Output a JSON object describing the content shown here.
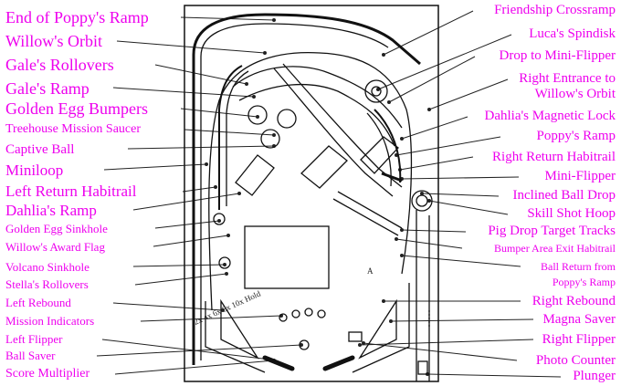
{
  "colors": {
    "label": "#ee00ee",
    "line": "#111111",
    "pointer": "#222222"
  },
  "labels_left": [
    "End of Poppy's Ramp",
    "Willow's Orbit",
    "Gale's Rollovers",
    "Gale's Ramp",
    "Golden Egg Bumpers",
    "Treehouse Mission Saucer",
    "Captive Ball",
    "Miniloop",
    "Left Return Habitrail",
    "Dahlia's Ramp",
    "Golden Egg Sinkhole",
    "Willow's Award Flag",
    "Volcano Sinkhole",
    "Stella's Rollovers",
    "Left Rebound",
    "Mission Indicators",
    "Left Flipper",
    "Ball Saver",
    "Score Multiplier"
  ],
  "labels_right": [
    "Friendship Crossramp",
    "Luca's Spindisk",
    "Drop to Mini-Flipper",
    "Right Entrance to",
    "Willow's Orbit",
    "Dahlia's Magnetic Lock",
    "Poppy's Ramp",
    "Right Return Habitrail",
    "Mini-Flipper",
    "Inclined Ball Drop",
    "Skill Shot Hoop",
    "Pig Drop Target Tracks",
    "Bumper Area Exit Habitrail",
    "Ball Return from",
    "Poppy's Ramp",
    "Right Rebound",
    "Magna Saver",
    "Right Flipper",
    "Photo Counter",
    "Plunger"
  ],
  "playfield": {
    "multiplier_text": "2x 4x 6x 8x 10x Hold",
    "lane_letter": "A"
  }
}
